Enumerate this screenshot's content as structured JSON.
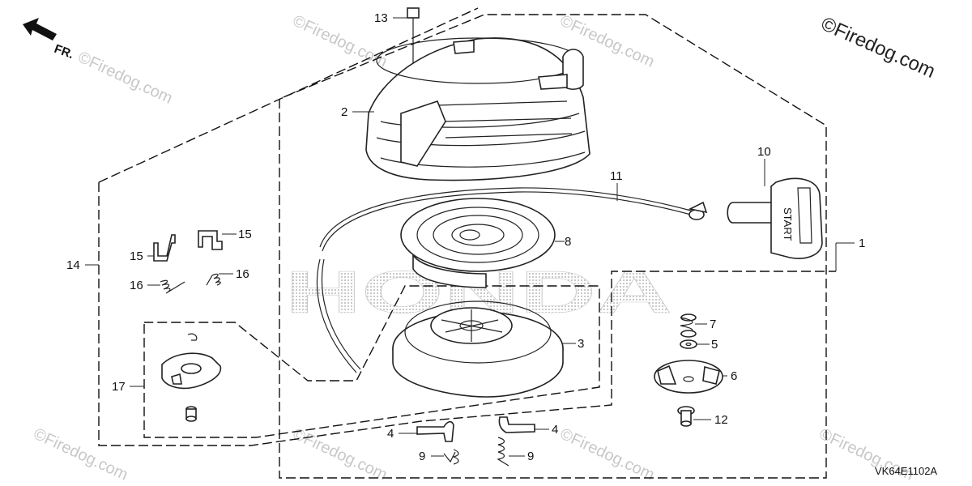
{
  "diagram": {
    "drawing_code": "VK64E1102A",
    "direction_label": "FR.",
    "watermark_main": "©Firedog.com",
    "watermark_faint": "©Firedog.com",
    "brand_mark": "HONDA",
    "handle_text": "START",
    "part_numbers": {
      "p1": "1",
      "p2": "2",
      "p3": "3",
      "p4a": "4",
      "p4b": "4",
      "p5": "5",
      "p6": "6",
      "p7": "7",
      "p8": "8",
      "p9a": "9",
      "p9b": "9",
      "p10": "10",
      "p11": "11",
      "p12": "12",
      "p13": "13",
      "p14": "14",
      "p15a": "15",
      "p15b": "15",
      "p16a": "16",
      "p16b": "16",
      "p17": "17"
    },
    "colors": {
      "line": "#222222",
      "watermark": "#c8c8c8",
      "brand_dots": "#bdbdbd"
    }
  }
}
